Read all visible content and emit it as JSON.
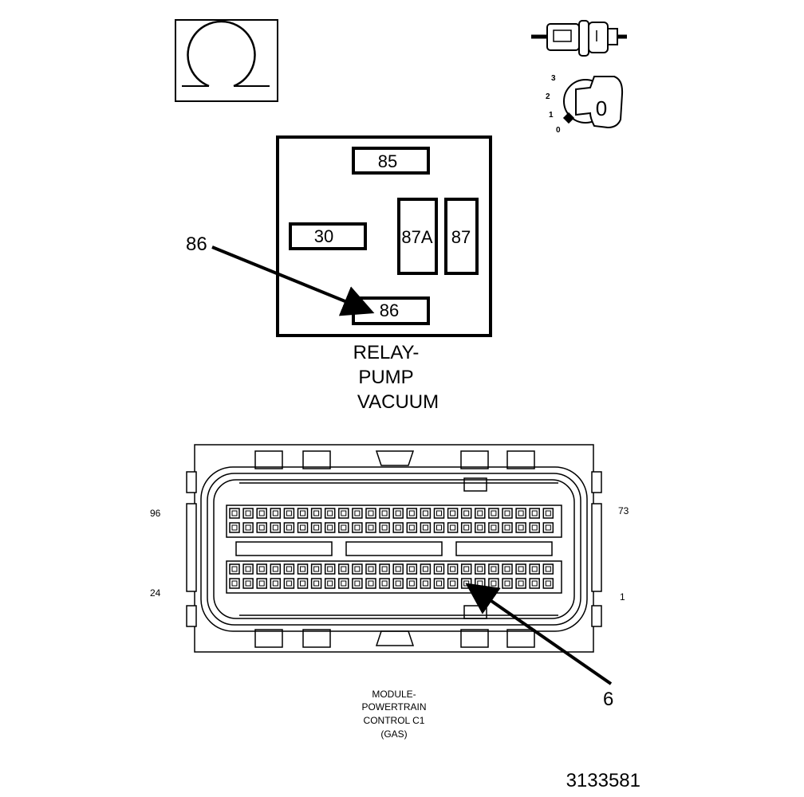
{
  "relay": {
    "pins": {
      "p85": "85",
      "p30": "30",
      "p87a": "87A",
      "p87": "87",
      "p86": "86"
    },
    "callout": "86",
    "label": [
      "RELAY-",
      "PUMP",
      "VACUUM"
    ]
  },
  "key_switch": {
    "positions": [
      "3",
      "2",
      "1",
      "0"
    ],
    "key_label": "0"
  },
  "pcm_connector": {
    "pin_labels": {
      "top_left": "96",
      "top_right": "73",
      "bottom_left": "24",
      "bottom_right": "1"
    },
    "callout": "6",
    "label": [
      "MODULE-",
      "POWERTRAIN",
      "CONTROL C1",
      "(GAS)"
    ]
  },
  "figure_id": "3133581"
}
